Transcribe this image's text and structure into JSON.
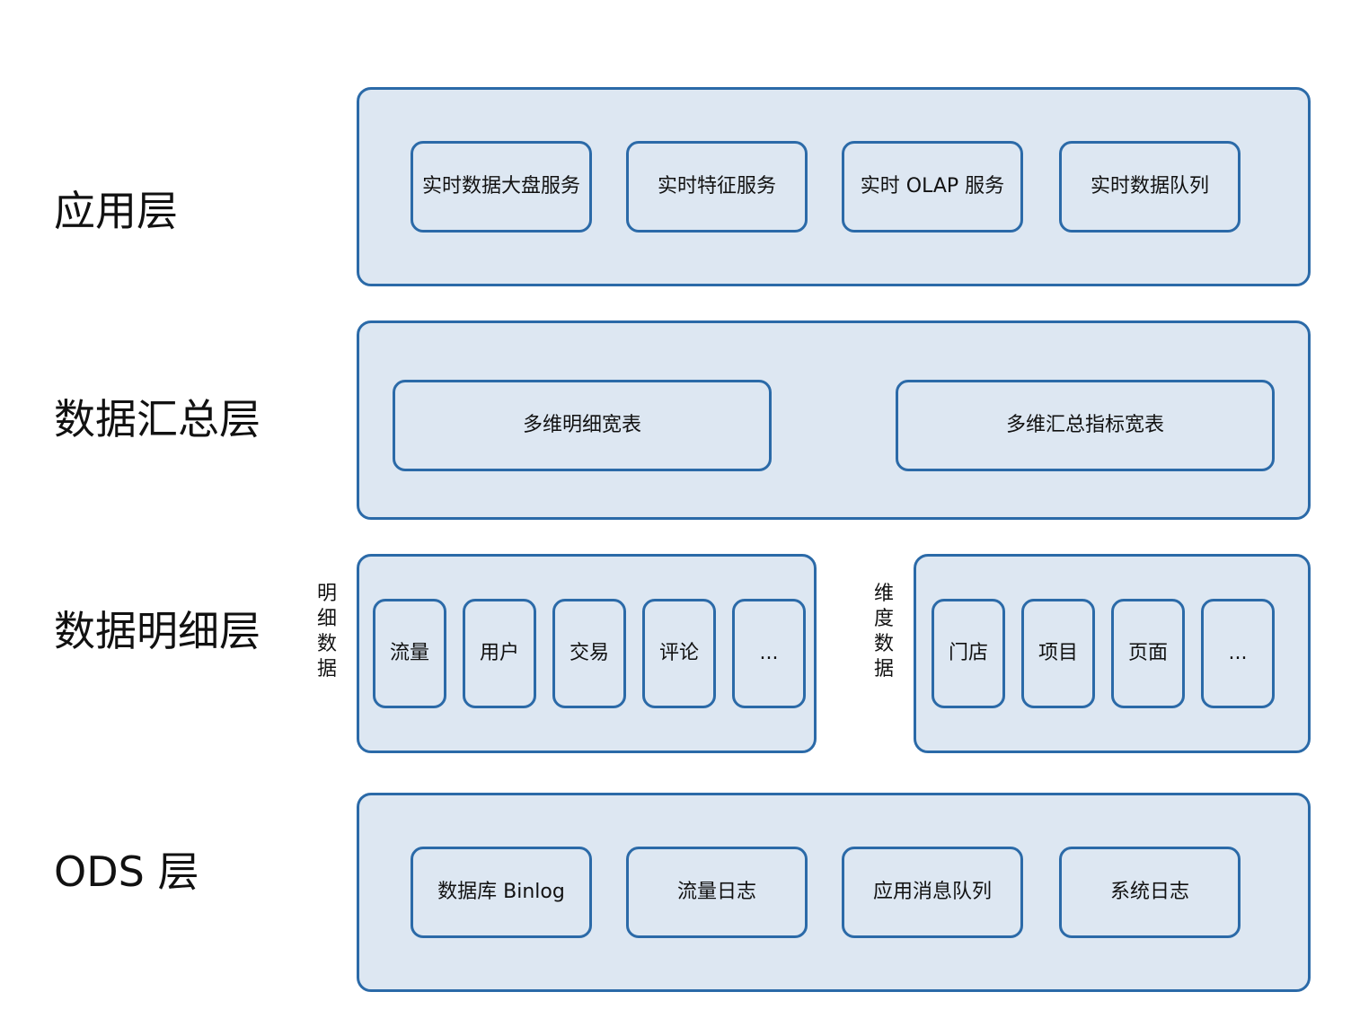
{
  "layers": {
    "app": {
      "label": "应用层",
      "boxes": [
        "实时数据大盘服务",
        "实时特征服务",
        "实时 OLAP 服务",
        "实时数据队列"
      ]
    },
    "summary": {
      "label": "数据汇总层",
      "boxes": [
        "多维明细宽表",
        "多维汇总指标宽表"
      ]
    },
    "detail": {
      "label": "数据明细层",
      "groups": [
        {
          "label": "明细数据",
          "boxes": [
            "流量",
            "用户",
            "交易",
            "评论",
            "..."
          ]
        },
        {
          "label": "维度数据",
          "boxes": [
            "门店",
            "项目",
            "页面",
            "..."
          ]
        }
      ]
    },
    "ods": {
      "label": "ODS 层",
      "boxes": [
        "数据库 Binlog",
        "流量日志",
        "应用消息队列",
        "系统日志"
      ]
    }
  }
}
